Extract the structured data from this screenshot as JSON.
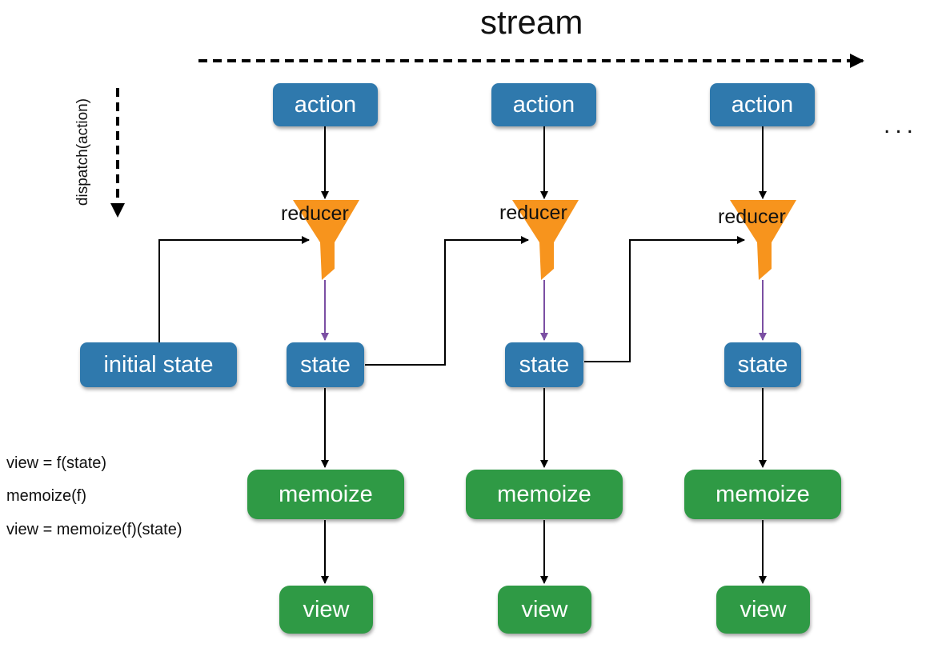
{
  "title": "stream",
  "side_label": "dispatch(action)",
  "ellipsis": "...",
  "notes": [
    "view = f(state)",
    "memoize(f)",
    "view = memoize(f)(state)"
  ],
  "initial_state": "initial state",
  "columns": [
    {
      "action": "action",
      "reducer": "reducer",
      "state": "state",
      "memoize": "memoize",
      "view": "view"
    },
    {
      "action": "action",
      "reducer": "reducer",
      "state": "state",
      "memoize": "memoize",
      "view": "view"
    },
    {
      "action": "action",
      "reducer": "reducer",
      "state": "state",
      "memoize": "memoize",
      "view": "view"
    }
  ],
  "colors": {
    "node_blue": "#2f79ad",
    "node_green": "#2f9a45",
    "funnel": "#f7941d",
    "purple_arrow": "#7b4fa3",
    "line": "#000000"
  }
}
